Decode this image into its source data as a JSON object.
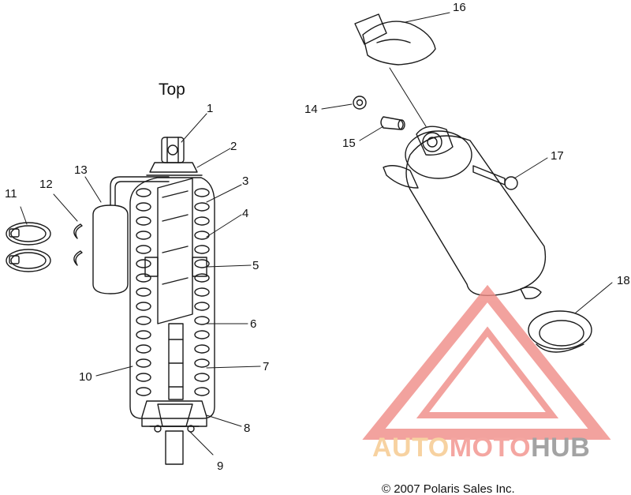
{
  "diagram": {
    "top_label": "Top",
    "copyright": "© 2007 Polaris Sales Inc.",
    "callouts": [
      "1",
      "2",
      "3",
      "4",
      "5",
      "6",
      "7",
      "8",
      "9",
      "10",
      "11",
      "12",
      "13",
      "14",
      "15",
      "16",
      "17",
      "18"
    ]
  },
  "watermark": {
    "part1": "AUTO",
    "part2": "MOTO",
    "part3": "HUB",
    "colors": {
      "auto": "#f6c88a",
      "moto": "#f2908a",
      "hub": "#8d8d8d",
      "triangle": "#f08c86"
    }
  }
}
